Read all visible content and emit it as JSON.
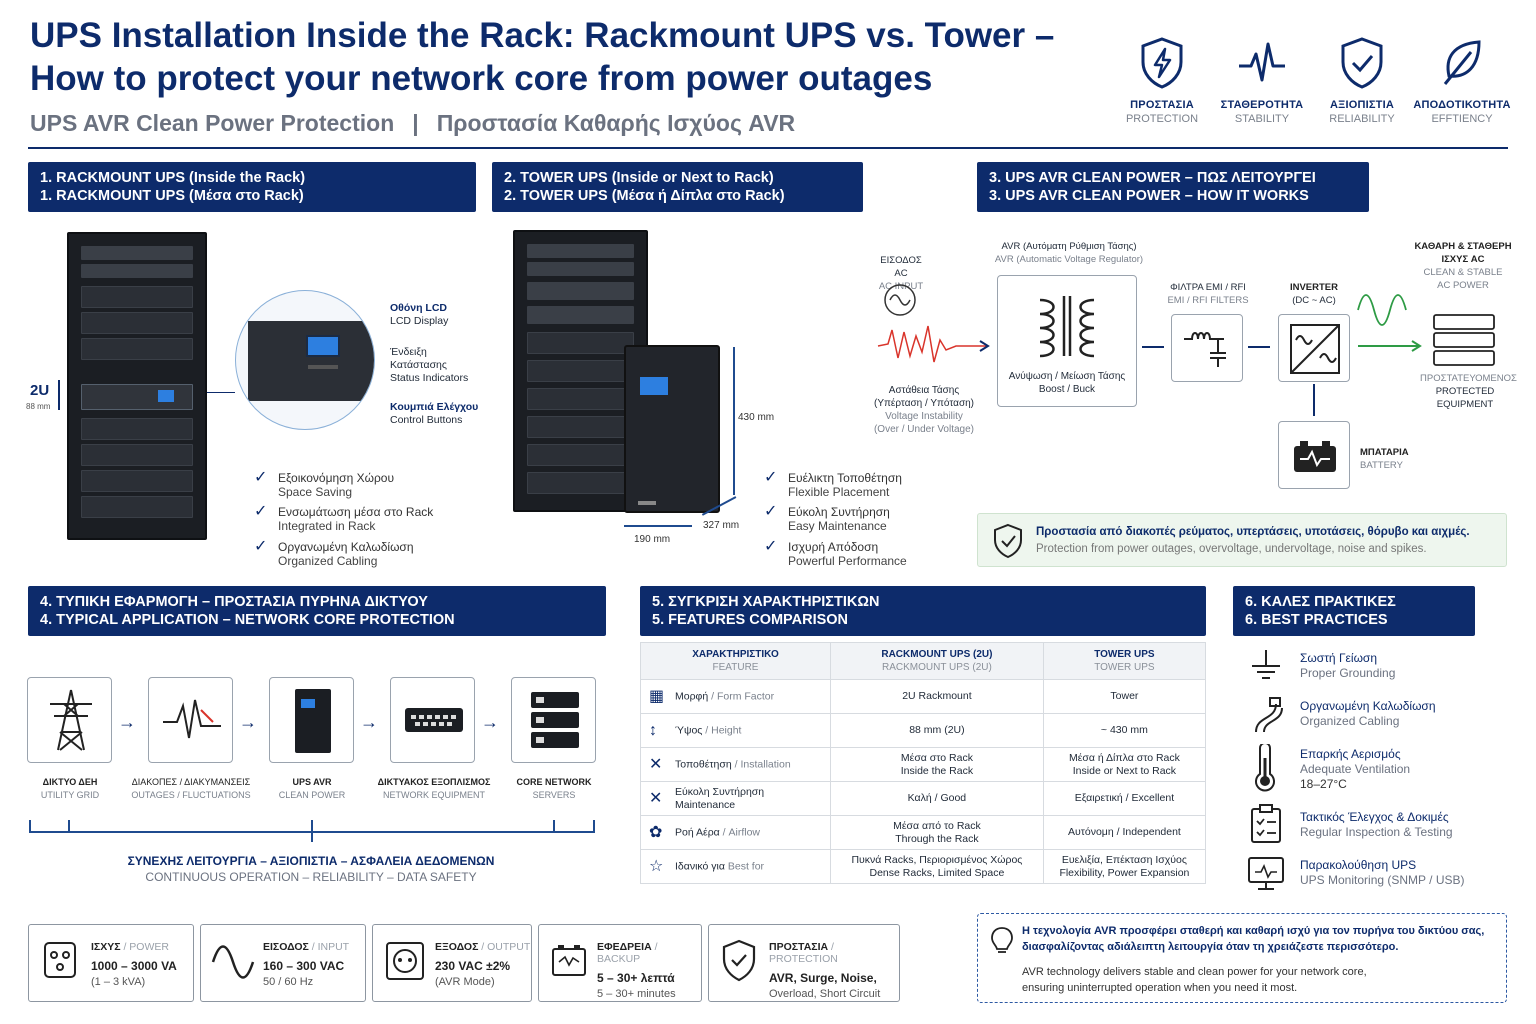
{
  "header": {
    "title_line1": "UPS Installation Inside the Rack: Rackmount UPS vs. Tower –",
    "title_line2": "How to protect your network core from power outages",
    "subtitle_en": "UPS AVR Clean Power Protection",
    "subtitle_sep": "|",
    "subtitle_gr": "Προστασία Καθαρής Ισχύος AVR",
    "icons": [
      {
        "icon": "shield-bolt-icon",
        "gr": "ΠΡΟΣΤΑΣΙΑ",
        "en": "PROTECTION"
      },
      {
        "icon": "pulse-icon",
        "gr": "ΣΤΑΘΕΡΟΤΗΤΑ",
        "en": "STABILITY"
      },
      {
        "icon": "shield-check-icon",
        "gr": "ΑΞΙΟΠΙΣΤΙΑ",
        "en": "RELIABILITY"
      },
      {
        "icon": "leaf-icon",
        "gr": "ΑΠΟΔΟΤΙΚΟΤΗΤΑ",
        "en": "EFFTIENCY"
      }
    ]
  },
  "s1": {
    "h1": "1. RACKMOUNT UPS (Inside the Rack)",
    "h2": "1. RACKMOUNT UPS (Μέσα στο Rack)",
    "height_label": "2U",
    "height_mm": "88 mm",
    "callouts": [
      {
        "gr": "Οθόνη LCD",
        "en": "LCD Display"
      },
      {
        "gr": "Ένδειξη",
        "gr2": "Κατάστασης",
        "en": "Status Indicators"
      },
      {
        "gr": "Κουμπιά Ελέγχου",
        "en": "Control Buttons"
      }
    ],
    "checks": [
      {
        "gr": "Εξοικονόμηση Χώρου",
        "en": "Space Saving"
      },
      {
        "gr": "Ενσωμάτωση μέσα στο Rack",
        "en": "Integrated in Rack"
      },
      {
        "gr": "Οργανωμένη Καλωδίωση",
        "en": "Organized Cabling"
      }
    ]
  },
  "s2": {
    "h1": "2. TOWER UPS (Inside or Next to Rack)",
    "h2": "2. TOWER UPS (Μέσα ή Δίπλα στο Rack)",
    "dim_height": "430 mm",
    "dim_depth": "327 mm",
    "dim_width": "190 mm",
    "checks": [
      {
        "gr": "Ευέλικτη Τοποθέτηση",
        "en": "Flexible Placement"
      },
      {
        "gr": "Εύκολη Συντήρηση",
        "en": "Easy Maintenance"
      },
      {
        "gr": "Ισχυρή Απόδοση",
        "en": "Powerful Performance"
      }
    ]
  },
  "s3": {
    "h1": "3. UPS AVR CLEAN POWER – ΠΩΣ ΛΕΙΤΟΥΡΓΕΙ",
    "h2": "3. UPS AVR CLEAN POWER – HOW IT WORKS",
    "ac_input_gr": "ΕΙΣΟΔΟΣ AC",
    "ac_input_en": "AC INPUT",
    "instab_gr1": "Αστάθεια Τάσης",
    "instab_gr2": "(Υπέρταση / Υπόταση)",
    "instab_en1": "Voltage Instability",
    "instab_en2": "(Over / Under Voltage)",
    "avr_gr": "AVR (Αυτόματη Ρύθμιση Τάσης)",
    "avr_en": "AVR (Automatic Voltage Regulator)",
    "boost_gr": "Ανύψωση / Μείωση Τάσης",
    "boost_en": "Boost / Buck",
    "emi_gr": "ΦΙΛΤΡΑ EMI / RFI",
    "emi_en": "EMI / RFI FILTERS",
    "inv_1": "INVERTER",
    "inv_2": "(DC ~ AC)",
    "clean_gr1": "ΚΑΘΑΡΗ & ΣΤΑΘΕΡΗ",
    "clean_gr2": "ΙΣΧΥΣ AC",
    "clean_en1": "CLEAN & STABLE",
    "clean_en2": "AC POWER",
    "prot_gr": "ΠΡΟΣΤΑΤΕΥΟΜΕΝΟΣ",
    "prot_en1": "PROTECTED",
    "prot_en2": "EQUIPMENT",
    "battery_gr": "ΜΠΑΤΑΡΙΑ",
    "battery_en": "BATTERY",
    "note_gr": "Προστασία από διακοπές ρεύματος, υπερτάσεις, υποτάσεις, θόρυβο και αιχμές.",
    "note_en": "Protection from power outages, overvoltage, undervoltage, noise and spikes."
  },
  "s4": {
    "h1": "4. ΤΥΠΙΚΗ ΕΦΑΡΜΟΓΗ – ΠΡΟΣΤΑΣΙΑ ΠΥΡΗΝΑ ΔΙΚΤΥΟΥ",
    "h2": "4. TYPICAL APPLICATION – NETWORK CORE PROTECTION",
    "chain": [
      {
        "icon": "power-tower-icon",
        "gr": "ΔΙΚΤΥΟ ΔΕΗ",
        "en": "UTILITY GRID"
      },
      {
        "icon": "fluctuation-icon",
        "gr": "ΔΙΑΚΟΠΕΣ / ΔΙΑΚΥΜΑΝΣΕΙΣ",
        "en": "OUTAGES / FLUCTUATIONS"
      },
      {
        "icon": "ups-icon",
        "gr": "UPS AVR",
        "en": "CLEAN POWER"
      },
      {
        "icon": "switch-icon",
        "gr": "ΔΙΚΤΥΑΚΟΣ ΕΞΟΠΛΙΣΜΟΣ",
        "en": "NETWORK EQUIPMENT"
      },
      {
        "icon": "servers-icon",
        "gr": "CORE NETWORK",
        "en": "SERVERS"
      }
    ],
    "footer_gr": "ΣΥΝΕΧΗΣ ΛΕΙΤΟΥΡΓΙΑ – ΑΞΙΟΠΙΣΤΙΑ – ΑΣΦΑΛΕΙΑ ΔΕΔΟΜΕΝΩΝ",
    "footer_en": "CONTINUOUS OPERATION – RELIABILITY – DATA SAFETY"
  },
  "s5": {
    "h1": "5. ΣΥΓΚΡΙΣΗ ΧΑΡΑΚΤΗΡΙΣΤΙΚΩΝ",
    "h2": "5. FEATURES COMPARISON",
    "headers": [
      {
        "gr": "ΧΑΡΑΚΤΗΡΙΣΤΙΚΟ",
        "en": "FEATURE"
      },
      {
        "gr": "RACKMOUNT UPS (2U)",
        "en": "RACKMOUNT UPS (2U)"
      },
      {
        "gr": "TOWER UPS",
        "en": "TOWER UPS"
      }
    ],
    "rows": [
      {
        "icon": "form-factor-icon",
        "f1": "Μορφή",
        "f2": " / Form Factor",
        "r1": "2U Rackmount",
        "r2": "",
        "t1": "Tower",
        "t2": ""
      },
      {
        "icon": "height-icon",
        "f1": "Ύψος",
        "f2": " / Height",
        "r1": "88 mm (2U)",
        "r2": "",
        "t1": "~ 430 mm",
        "t2": ""
      },
      {
        "icon": "tools-icon",
        "f1": "Τοποθέτηση",
        "f2": " / Installation",
        "r1": "Μέσα στο Rack",
        "r2": "Inside the Rack",
        "t1": "Μέσα ή Δίπλα στο Rack",
        "t2": "Inside or Next to Rack"
      },
      {
        "icon": "wrench-icon",
        "f1": "Εύκολη Συντήρηση",
        "f2": "Maintenance",
        "r1": "Καλή / Good",
        "r2": "",
        "t1": "Εξαιρετική / Excellent",
        "t2": ""
      },
      {
        "icon": "fan-icon",
        "f1": "Ροή Αέρα",
        "f2": " / Airflow",
        "r1": "Μέσα από το Rack",
        "r2": "Through the Rack",
        "t1": "Αυτόνομη / Independent",
        "t2": ""
      },
      {
        "icon": "star-icon",
        "f1": "Ιδανικό για",
        "f2": " Best for",
        "r1": "Πυκνά Racks, Περιορισμένος Χώρος",
        "r2": "Dense Racks, Limited Space",
        "t1": "Ευελιξία, Επέκταση Ισχύος",
        "t2": "Flexibility, Power Expansion"
      }
    ]
  },
  "s6": {
    "h1": "6. ΚΑΛΕΣ ΠΡΑΚΤΙΚΕΣ",
    "h2": "6. BEST PRACTICES",
    "items": [
      {
        "icon": "ground-icon",
        "gr": "Σωστή Γείωση",
        "en": "Proper Grounding",
        "extra": ""
      },
      {
        "icon": "cable-icon",
        "gr": "Οργανωμένη Καλωδίωση",
        "en": "Organized Cabling",
        "extra": ""
      },
      {
        "icon": "thermometer-icon",
        "gr": "Επαρκής Αερισμός",
        "en": "Adequate Ventilation",
        "extra": "18–27°C"
      },
      {
        "icon": "clipboard-icon",
        "gr": "Τακτικός Έλεγχος & Δοκιμές",
        "en": "Regular Inspection & Testing",
        "extra": ""
      },
      {
        "icon": "monitor-icon",
        "gr": "Παρακολούθηση UPS",
        "en": "UPS Monitoring (SNMP / USB)",
        "extra": ""
      }
    ]
  },
  "specs": [
    {
      "icon": "outlet-icon",
      "gr": "ΙΣΧΥΣ",
      "en": " / POWER",
      "v1": "1000 – 3000 VA",
      "v2": "(1 – 3 kVA)"
    },
    {
      "icon": "sine-icon",
      "gr": "ΕΙΣΟΔΟΣ",
      "en": " / INPUT",
      "v1": "160 – 300 VAC",
      "v2": "50 / 60 Hz"
    },
    {
      "icon": "socket-icon",
      "gr": "ΕΞΟΔΟΣ",
      "en": " / OUTPUT",
      "v1": "230 VAC ±2%",
      "v2": "(AVR Mode)"
    },
    {
      "icon": "battery-icon",
      "gr": "ΕΦΕΔΡΕΙΑ",
      "en": " / BACKUP",
      "v1": "5 – 30+ λεπτά",
      "v2": "5 – 30+ minutes"
    },
    {
      "icon": "shield-icon",
      "gr": "ΠΡΟΣΤΑΣΙΑ",
      "en": " / PROTECTION",
      "v1": "AVR, Surge, Noise,",
      "v2": "Overload, Short Circuit"
    }
  ],
  "tip": {
    "gr1": "Η τεχνολογία AVR προσφέρει σταθερή και καθαρή ισχύ για τον πυρήνα του δικτύου σας,",
    "gr2": "διασφαλίζοντας αδιάλειπτη λειτουργία όταν τη χρειάζεστε περισσότερο.",
    "en1": "AVR technology delivers stable and clean power for your network core,",
    "en2": "ensuring uninterrupted operation when you need it most."
  },
  "colors": {
    "navy": "#0d2b6b",
    "green": "#2e9b45",
    "red": "#d9342b",
    "ok_bg": "#eef6ee"
  }
}
